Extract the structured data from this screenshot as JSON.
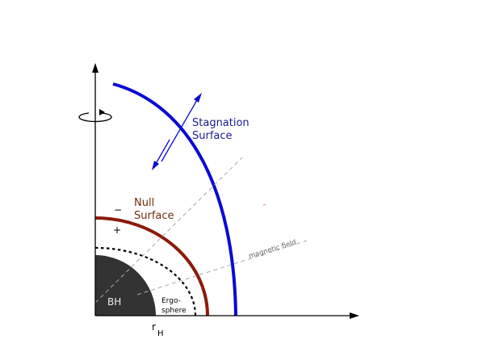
{
  "labels": {
    "stagnation_line1": "Stagnation",
    "stagnation_line2": "Surface",
    "null_line1": "Null",
    "null_line2": "Surface",
    "minus_sign": "−",
    "plus_sign": "+",
    "magnetic_field": "magnetic field",
    "bh": "BH",
    "ergo_line1": "Ergo-",
    "ergo_line2": "sphere",
    "r_horizon": "r",
    "r_horizon_sub": "H",
    "stray_mark": "˝"
  },
  "colors": {
    "stagnation_surface": "#0a0ad2",
    "stagnation_text": "#1a1a8c",
    "null_surface": "#8c1a0a",
    "null_text": "#6b2e0a",
    "black_hole": "#333333",
    "field_lines": "#a8a8a8",
    "axes": "#000000"
  }
}
